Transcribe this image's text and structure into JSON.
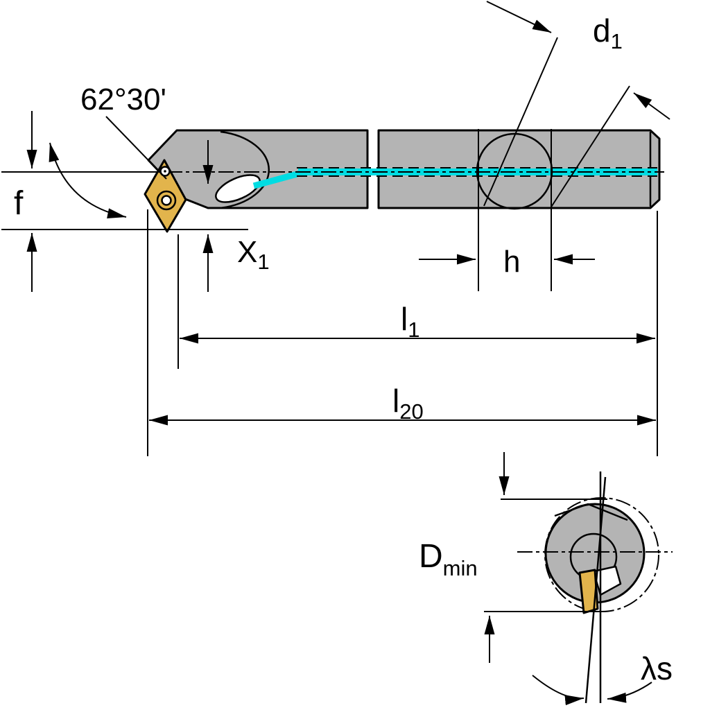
{
  "figure": {
    "type": "technical-dimension-drawing",
    "subject": "Boring bar with indexable insert and internal coolant, side view and end view",
    "colors": {
      "body_gray": "#b4b4b4",
      "insert_gold": "#e2b44c",
      "coolant_cyan": "#00dce2",
      "line_black": "#000000",
      "background": "#ffffff"
    },
    "labels": {
      "head_angle": "62°30'",
      "f": "f",
      "x1": {
        "base": "X",
        "sub": "1"
      },
      "d1": {
        "base": "d",
        "sub": "1"
      },
      "h": "h",
      "l1": {
        "base": "l",
        "sub": "1"
      },
      "l20": {
        "base": "l",
        "sub": "20"
      },
      "dmin": {
        "base": "D",
        "sub": "min"
      },
      "lambda_s": "λs"
    }
  }
}
